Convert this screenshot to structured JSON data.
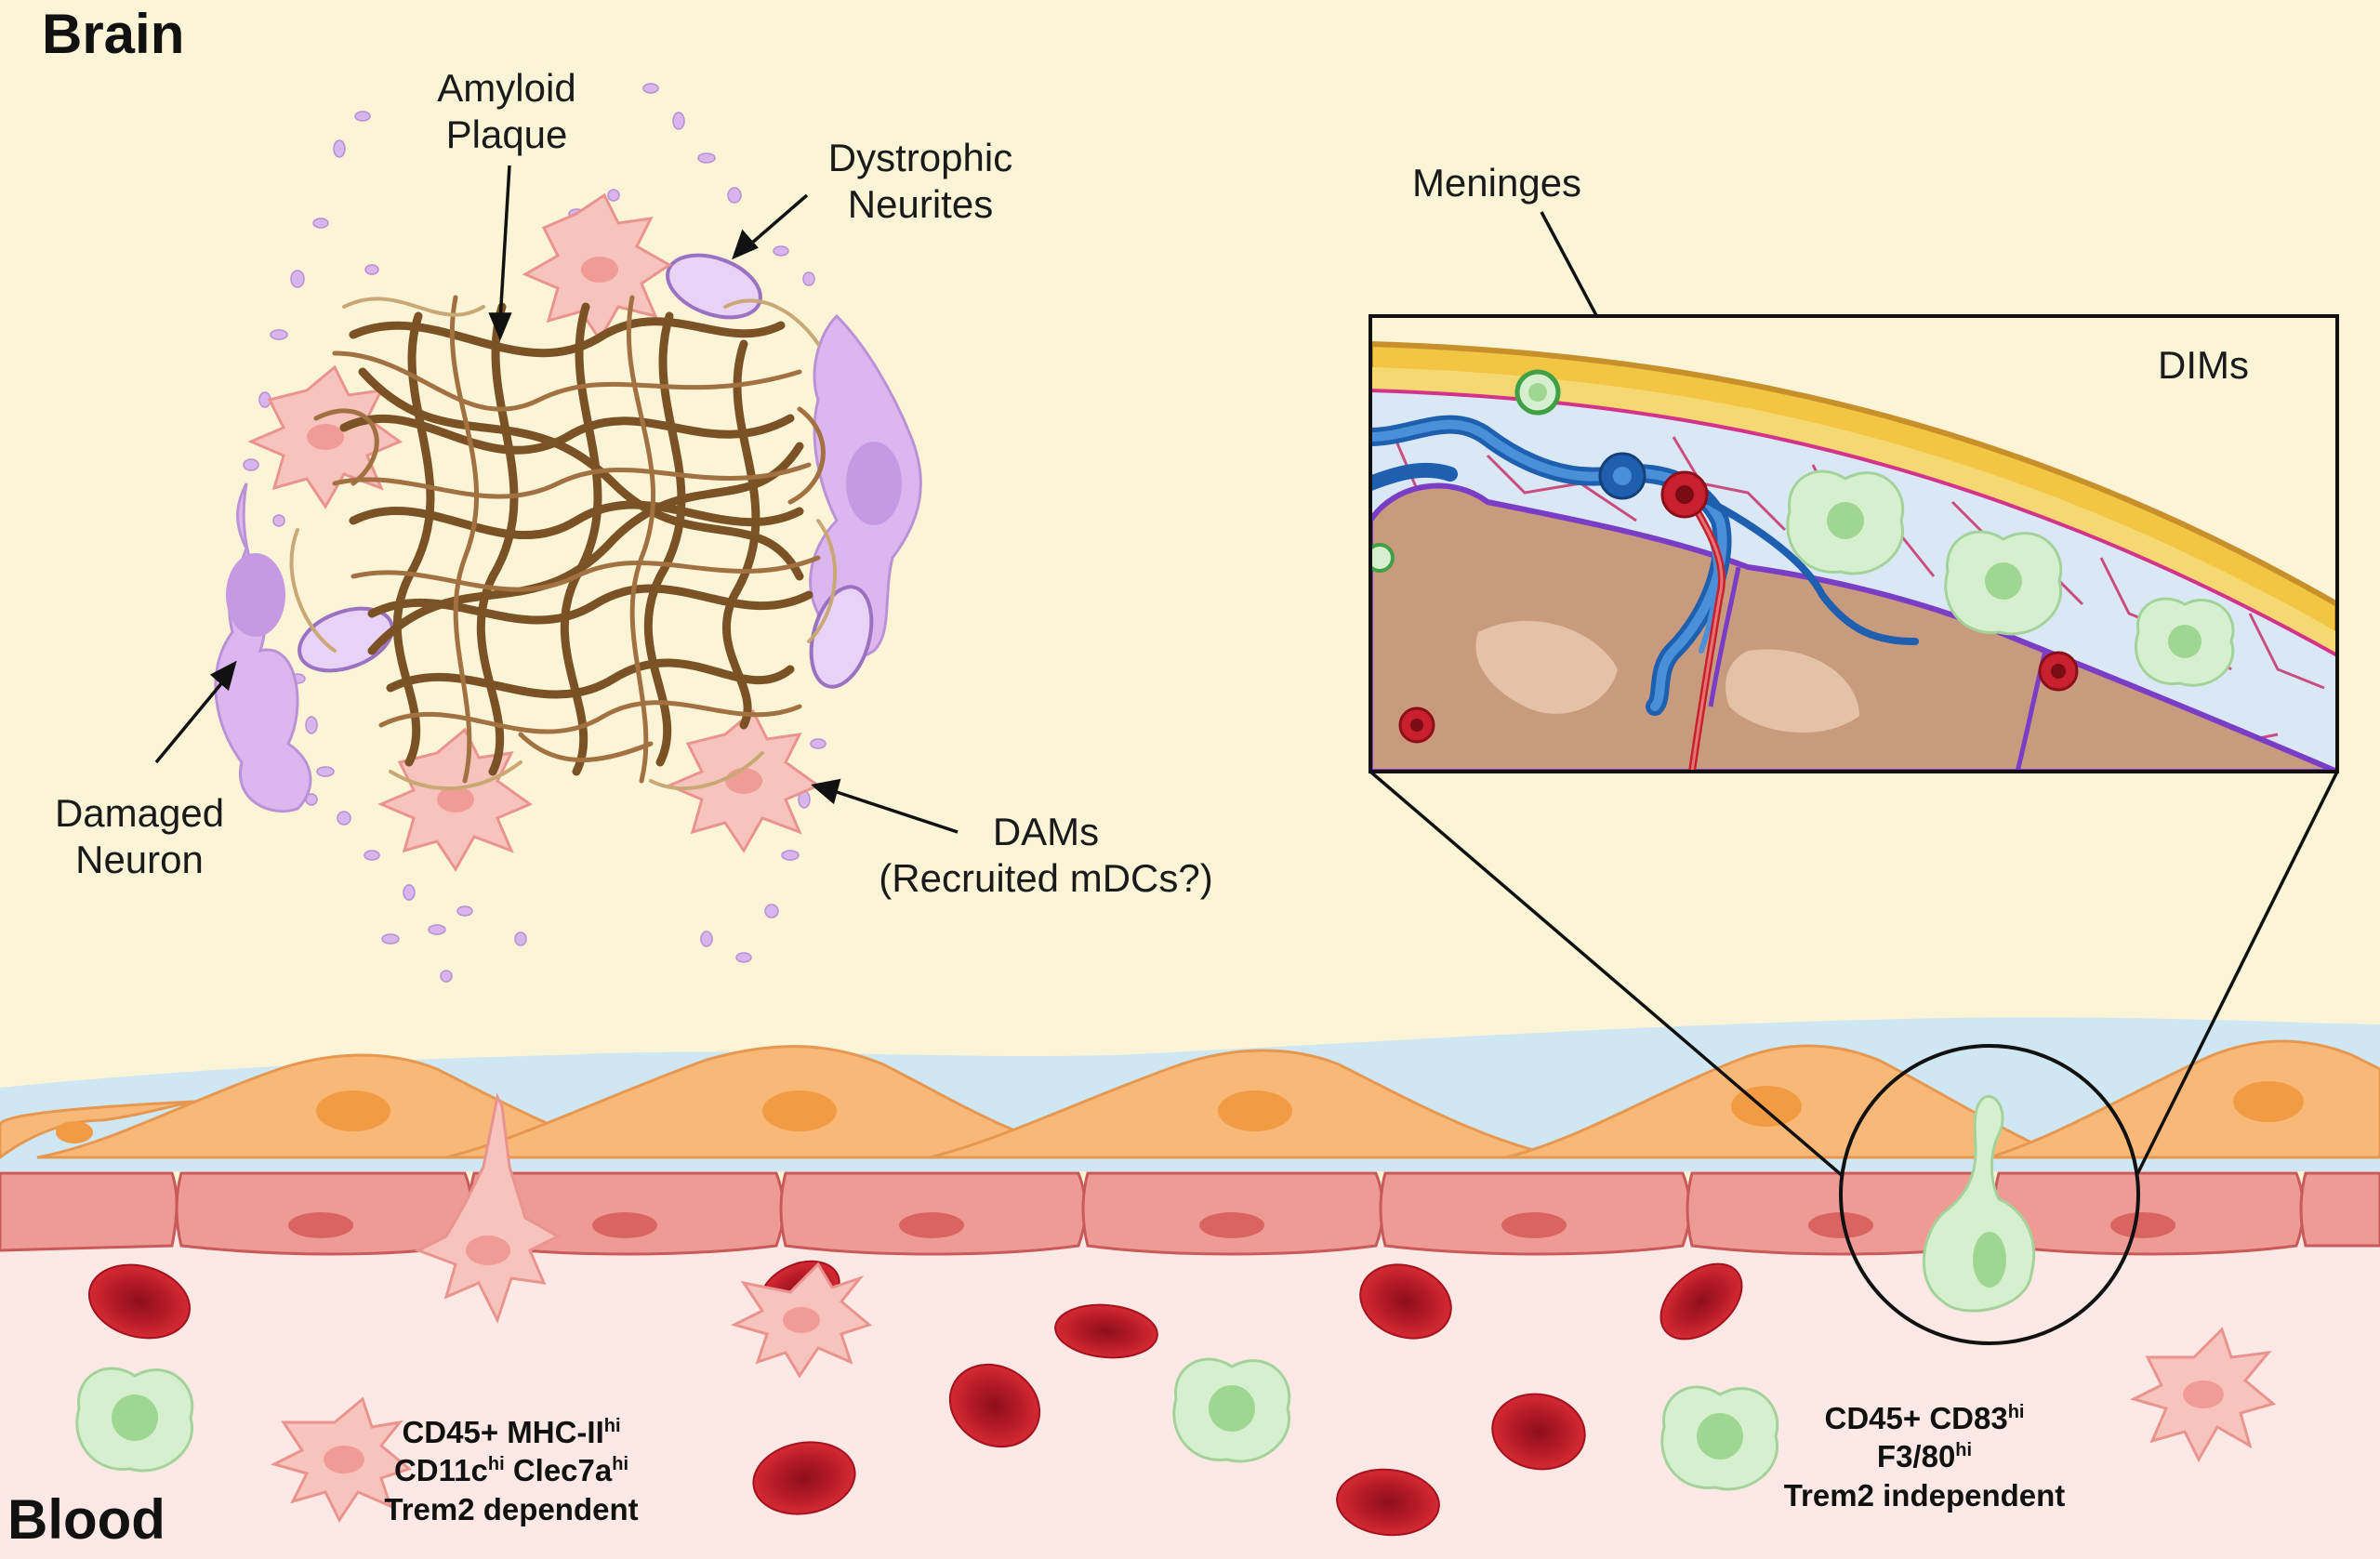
{
  "regions": {
    "brain": "Brain",
    "blood": "Blood"
  },
  "labels": {
    "amyloid_plaque": [
      "Amyloid",
      "Plaque"
    ],
    "dystrophic_neurites": [
      "Dystrophic",
      "Neurites"
    ],
    "damaged_neuron": [
      "Damaged",
      "Neuron"
    ],
    "dams": [
      "DAMs",
      "(Recruited mDCs?)"
    ],
    "meninges": "Meninges",
    "dims": "DIMs"
  },
  "markers_left": [
    {
      "pre": "CD45+ MHC-II",
      "sup": "hi",
      "mid": "",
      "sup2": ""
    },
    {
      "pre": "CD11c",
      "sup": "hi",
      "mid": " Clec7a",
      "sup2": "hi"
    },
    {
      "pre": "Trem2 dependent",
      "sup": "",
      "mid": "",
      "sup2": ""
    }
  ],
  "markers_right": [
    {
      "pre": "CD45+ CD83",
      "sup": "hi",
      "mid": "",
      "sup2": ""
    },
    {
      "pre": "F3/80",
      "sup": "hi",
      "mid": "",
      "sup2": ""
    },
    {
      "pre": "Trem2 independent",
      "sup": "",
      "mid": "",
      "sup2": ""
    }
  ],
  "colors": {
    "background": "#fbf4d6",
    "blood_plasma": "#fce8e4",
    "endothelium": "#ee9a95",
    "astrocyte_endfeet": "#f8b978",
    "red_blood_cell": "#c8202e",
    "dam_cell": "#f7c3bd",
    "dim_cell": "#d6f0cf",
    "neuron": "#dcb6ef",
    "amyloid_fibril": "#6e4a1f",
    "meninges_outer": "#f2c542",
    "cortex": "#c89a7e"
  }
}
